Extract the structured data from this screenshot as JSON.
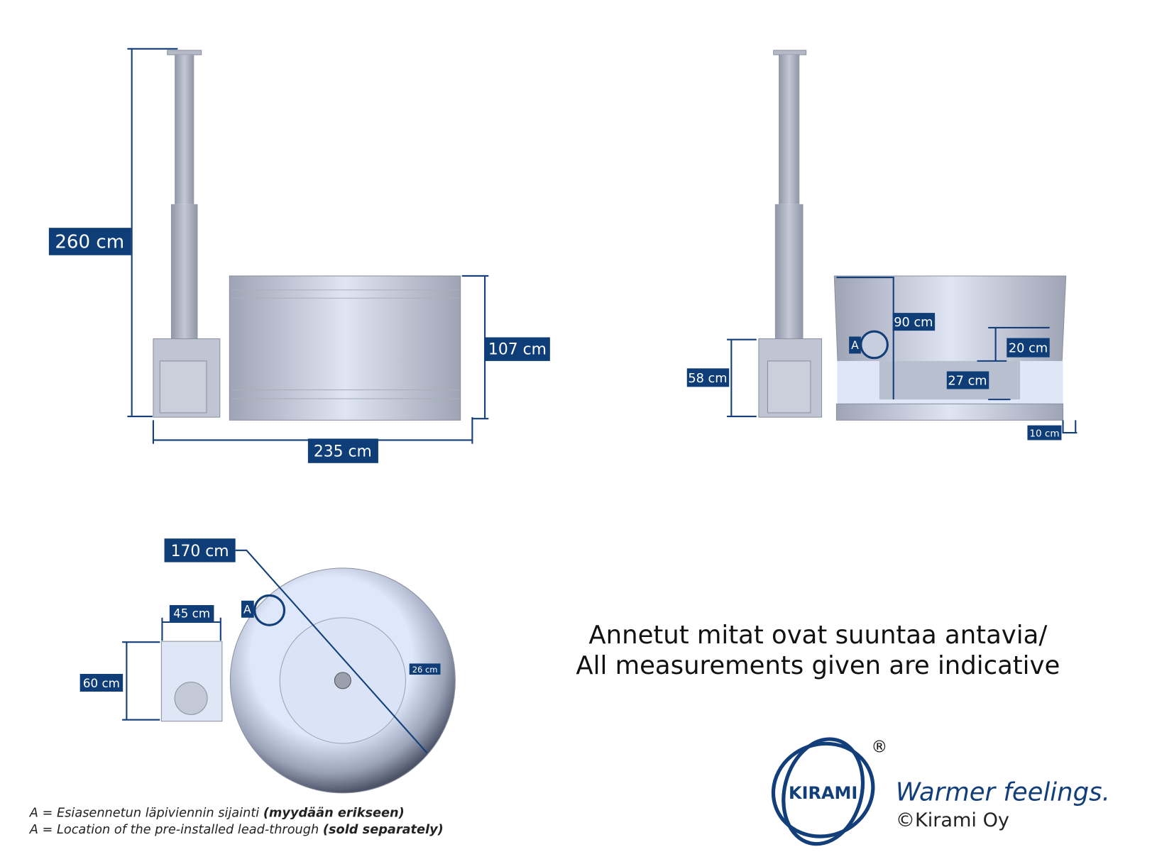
{
  "front_view": {
    "height_total": "260 cm",
    "tub_height": "107 cm",
    "width_total": "235 cm"
  },
  "side_view": {
    "inner_depth": "90 cm",
    "bench_height": "20 cm",
    "footwell_depth": "27 cm",
    "stove_height": "58 cm",
    "base_offset": "10 cm",
    "marker": "A"
  },
  "top_view": {
    "diameter": "170 cm",
    "stove_width": "45 cm",
    "stove_depth": "60 cm",
    "rim_width": "26 cm",
    "marker": "A"
  },
  "disclaimer": {
    "line1": "Annetut mitat ovat suuntaa antavia/",
    "line2": "All measurements given are indicative"
  },
  "footnotes": [
    {
      "text": "A = Esiasennetun läpiviennin sijainti ",
      "bold": "(myydään erikseen)"
    },
    {
      "text": "A = Location of the pre-installed lead-through ",
      "bold": "(sold separately)"
    }
  ],
  "brand": {
    "logo_text": "KIRAMI",
    "registered": "®",
    "slogan": "Warmer feelings.",
    "copyright": "©Kirami Oy",
    "color": "#123f7a"
  }
}
